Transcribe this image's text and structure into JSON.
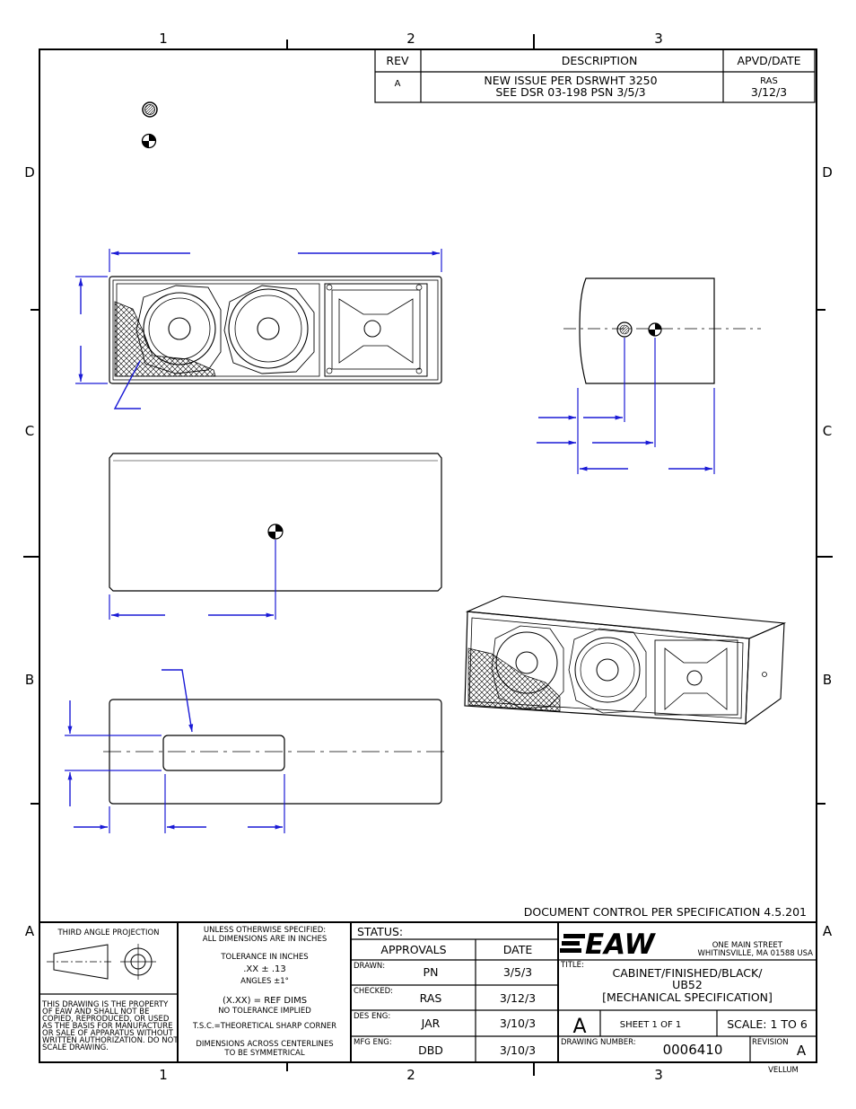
{
  "zones": {
    "cols": [
      "1",
      "2",
      "3"
    ],
    "rows": [
      "D",
      "C",
      "B",
      "A"
    ]
  },
  "revision_block": {
    "headers": {
      "rev": "REV",
      "description": "DESCRIPTION",
      "approved": "APVD/DATE"
    },
    "row": {
      "rev": "A",
      "description_line1": "NEW ISSUE PER DSRWHT 3250",
      "description_line2": "SEE DSR 03-198 PSN 3/5/3",
      "approved_by": "RAS",
      "approved_date": "3/12/3"
    }
  },
  "doc_control": "DOCUMENT CONTROL PER SPECIFICATION 4.5.201",
  "projection": {
    "label": "THIRD ANGLE PROJECTION"
  },
  "property_notice": [
    "THIS DRAWING IS THE PROPERTY",
    "OF EAW AND SHALL NOT BE",
    "COPIED, REPRODUCED, OR USED",
    "AS THE BASIS FOR MANUFACTURE",
    "OR SALE OF APPARATUS WITHOUT",
    "WRITTEN AUTHORIZATION. DO NOT",
    "SCALE DRAWING."
  ],
  "tolerances": {
    "line1": "UNLESS OTHERWISE SPECIFIED:",
    "line2": "ALL DIMENSIONS ARE IN INCHES",
    "line3": "TOLERANCE IN INCHES",
    "line4": ".XX ± .13",
    "line5": "ANGLES ±1°",
    "line6": "(X.XX) = REF DIMS",
    "line7": "NO TOLERANCE IMPLIED",
    "line8": "T.S.C.=THEORETICAL SHARP CORNER",
    "line9": "DIMENSIONS ACROSS CENTERLINES",
    "line10": "TO BE SYMMETRICAL"
  },
  "approvals": {
    "status_label": "STATUS:",
    "header_approvals": "APPROVALS",
    "header_date": "DATE",
    "rows": [
      {
        "role": "DRAWN:",
        "name": "PN",
        "date": "3/5/3"
      },
      {
        "role": "CHECKED:",
        "name": "RAS",
        "date": "3/12/3"
      },
      {
        "role": "DES ENG:",
        "name": "JAR",
        "date": "3/10/3"
      },
      {
        "role": "MFG ENG:",
        "name": "DBD",
        "date": "3/10/3"
      }
    ]
  },
  "company": {
    "logo_text": "EAW",
    "address_line1": "ONE MAIN STREET",
    "address_line2": "WHITINSVILLE, MA 01588 USA"
  },
  "title_block": {
    "title_label": "TITLE:",
    "title_line1": "CABINET/FINISHED/BLACK/",
    "title_line2": "UB52",
    "title_line3": "[MECHANICAL SPECIFICATION]",
    "size": "A",
    "sheet": "SHEET 1 OF 1",
    "scale": "SCALE: 1 TO 6",
    "drawing_number_label": "DRAWING NUMBER:",
    "drawing_number": "0006410",
    "revision_label": "REVISION",
    "revision": "A",
    "media": "VELLUM"
  }
}
